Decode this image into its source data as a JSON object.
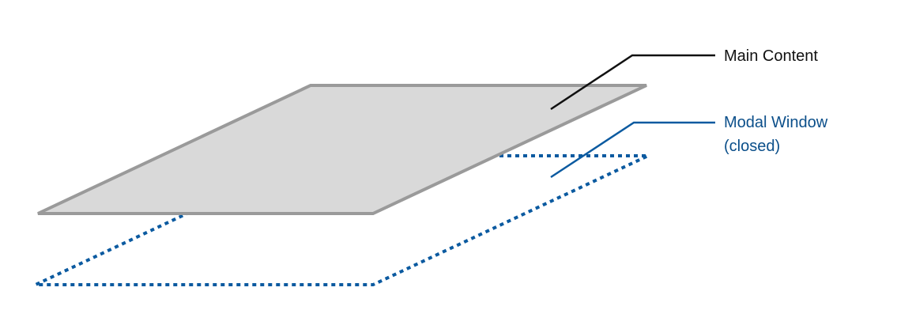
{
  "labels": {
    "main_content": "Main Content",
    "modal_window_line1": "Modal Window",
    "modal_window_line2": "(closed)"
  },
  "colors": {
    "main_fill": "#d9d9d9",
    "main_stroke": "#9a9a9a",
    "main_callout": "#111111",
    "modal_stroke": "#0b5aa0",
    "modal_text": "#0b4f8a"
  },
  "layers": {
    "main_content": {
      "style": "solid"
    },
    "modal_window": {
      "style": "dotted",
      "state": "closed"
    }
  }
}
